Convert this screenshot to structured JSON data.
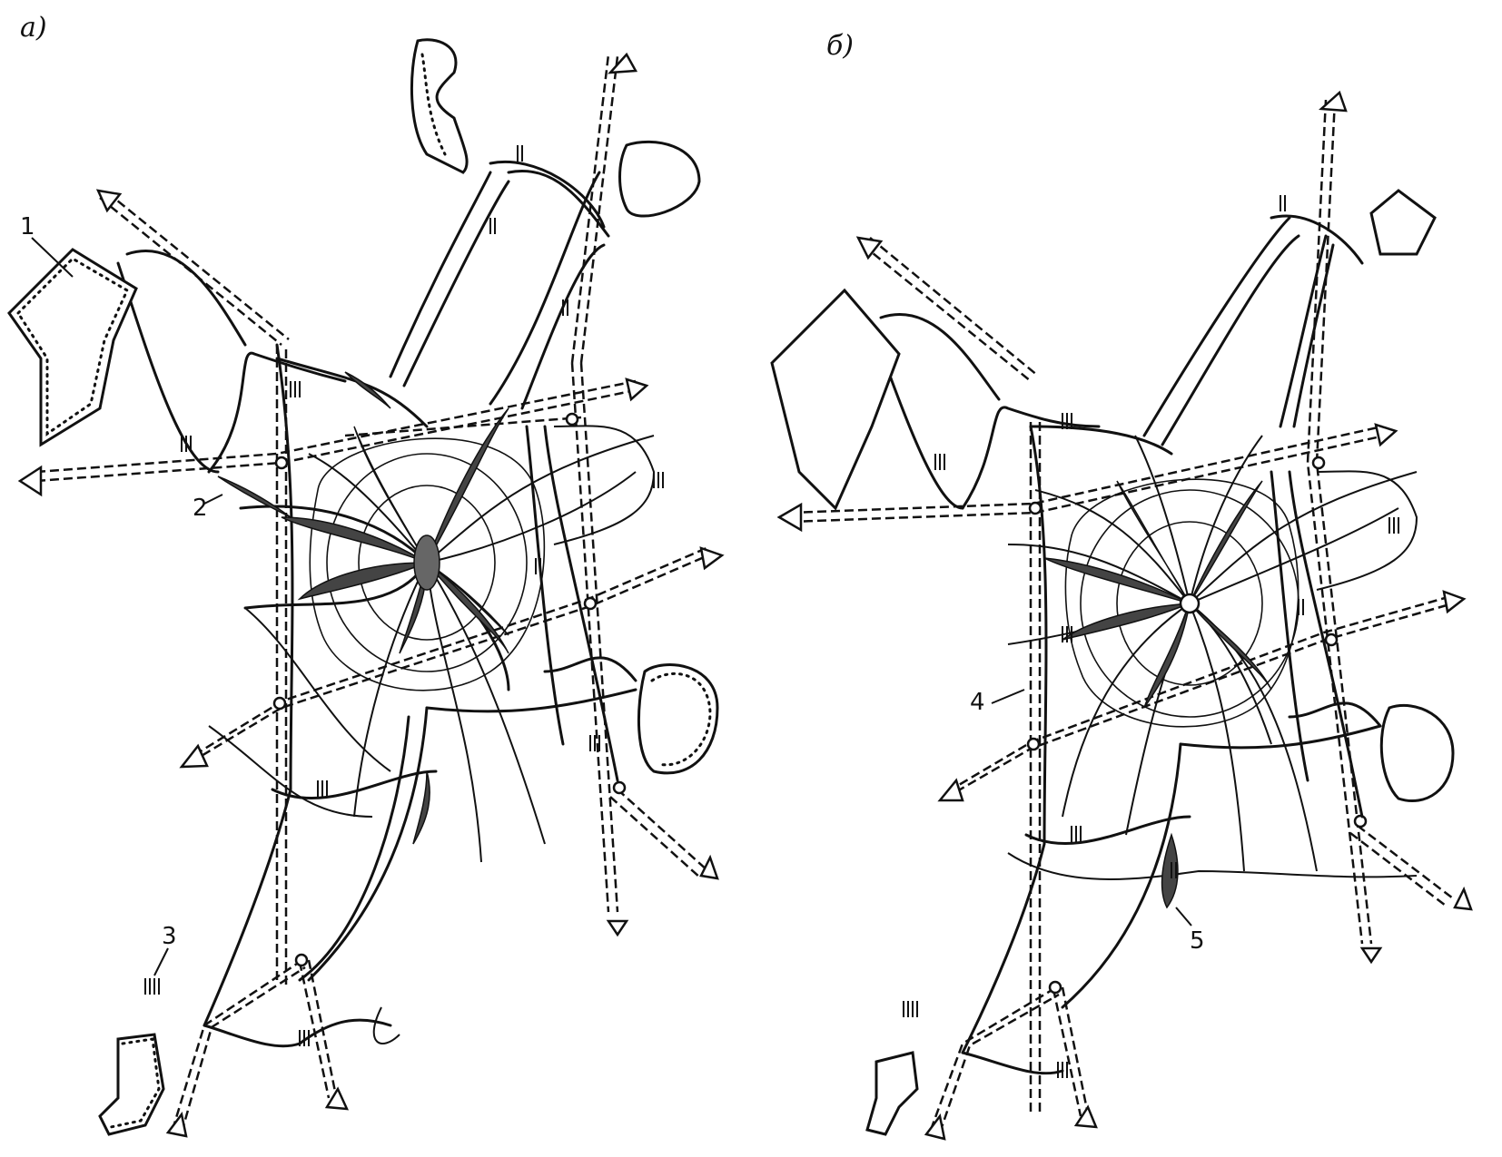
{
  "panels": [
    {
      "id": "a",
      "label": "а)"
    },
    {
      "id": "b",
      "label": "б)"
    }
  ],
  "callouts": {
    "a": [
      "1",
      "2",
      "3"
    ],
    "b": [
      "4",
      "5"
    ]
  }
}
